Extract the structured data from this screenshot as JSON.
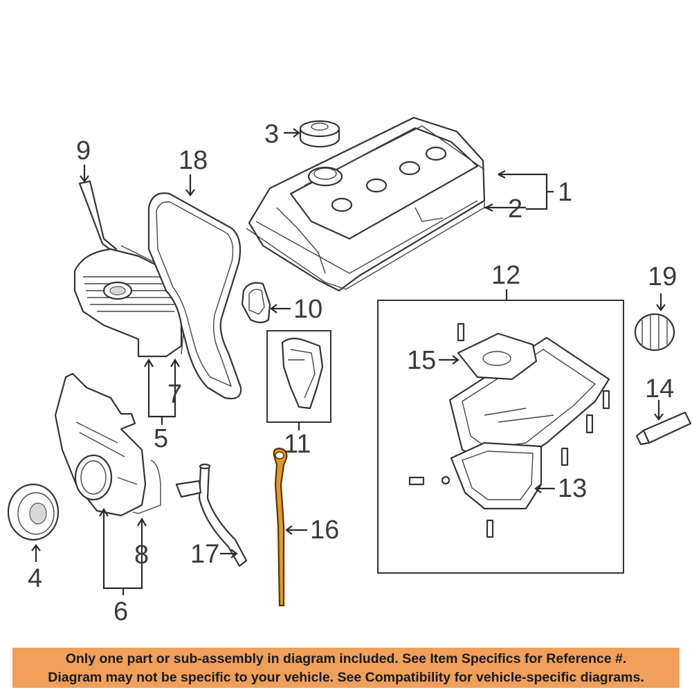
{
  "callouts": {
    "c1": "1",
    "c2": "2",
    "c3": "3",
    "c4": "4",
    "c5": "5",
    "c6": "6",
    "c7": "7",
    "c8": "8",
    "c9": "9",
    "c10": "10",
    "c11": "11",
    "c12": "12",
    "c13": "13",
    "c14": "14",
    "c15": "15",
    "c16": "16",
    "c17": "17",
    "c18": "18",
    "c19": "19"
  },
  "highlight_color": "#e29a2c",
  "banner_color": "#f0a05a",
  "disclaimer": {
    "line1": "Only one part or sub-assembly in diagram included. See Item Specifics for Reference #.",
    "line2": "Diagram may not be specific to your vehicle. See Compatibility for vehicle-specific diagrams."
  }
}
